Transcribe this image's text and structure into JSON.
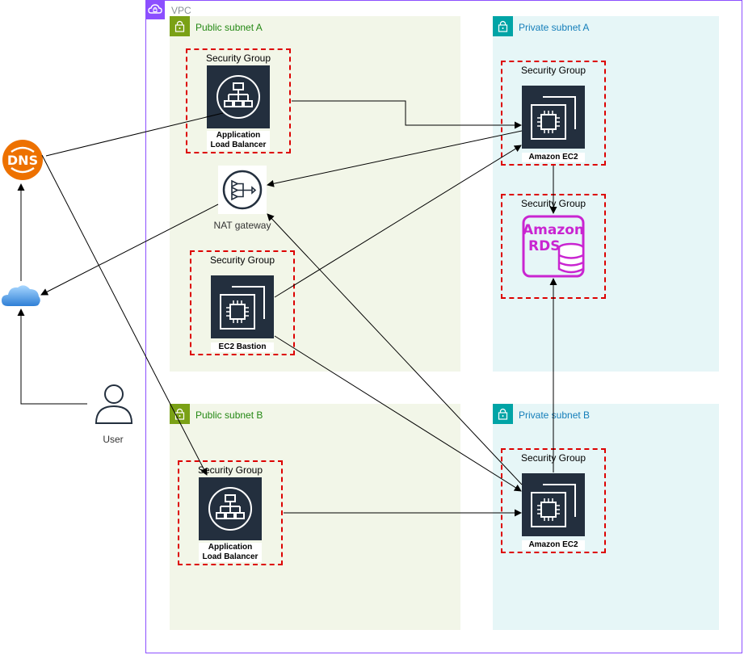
{
  "vpc": {
    "label": "VPC"
  },
  "subnets": {
    "public_a": "Public subnet A",
    "private_a": "Private subnet A",
    "public_b": "Public subnet B",
    "private_b": "Private subnet B"
  },
  "security_group_label": "Security Group",
  "services": {
    "alb_a": [
      "Application",
      "Load Balancer"
    ],
    "ec2_a": "Amazon EC2",
    "nat": "NAT gateway",
    "bastion": "EC2 Bastion",
    "rds": [
      "Amazon",
      "RDS"
    ],
    "alb_b": [
      "Application",
      "Load Balancer"
    ],
    "ec2_b": "Amazon EC2"
  },
  "external": {
    "dns": "DNS",
    "user": "User"
  },
  "colors": {
    "vpc_border": "#8c4fff",
    "public_subnet_bg": "#f2f6e8",
    "private_subnet_bg": "#e6f6f7",
    "security_group_border": "#dd0000",
    "service_tile": "#232f3e",
    "rds": "#c925d1",
    "dns": "#ed7100"
  }
}
